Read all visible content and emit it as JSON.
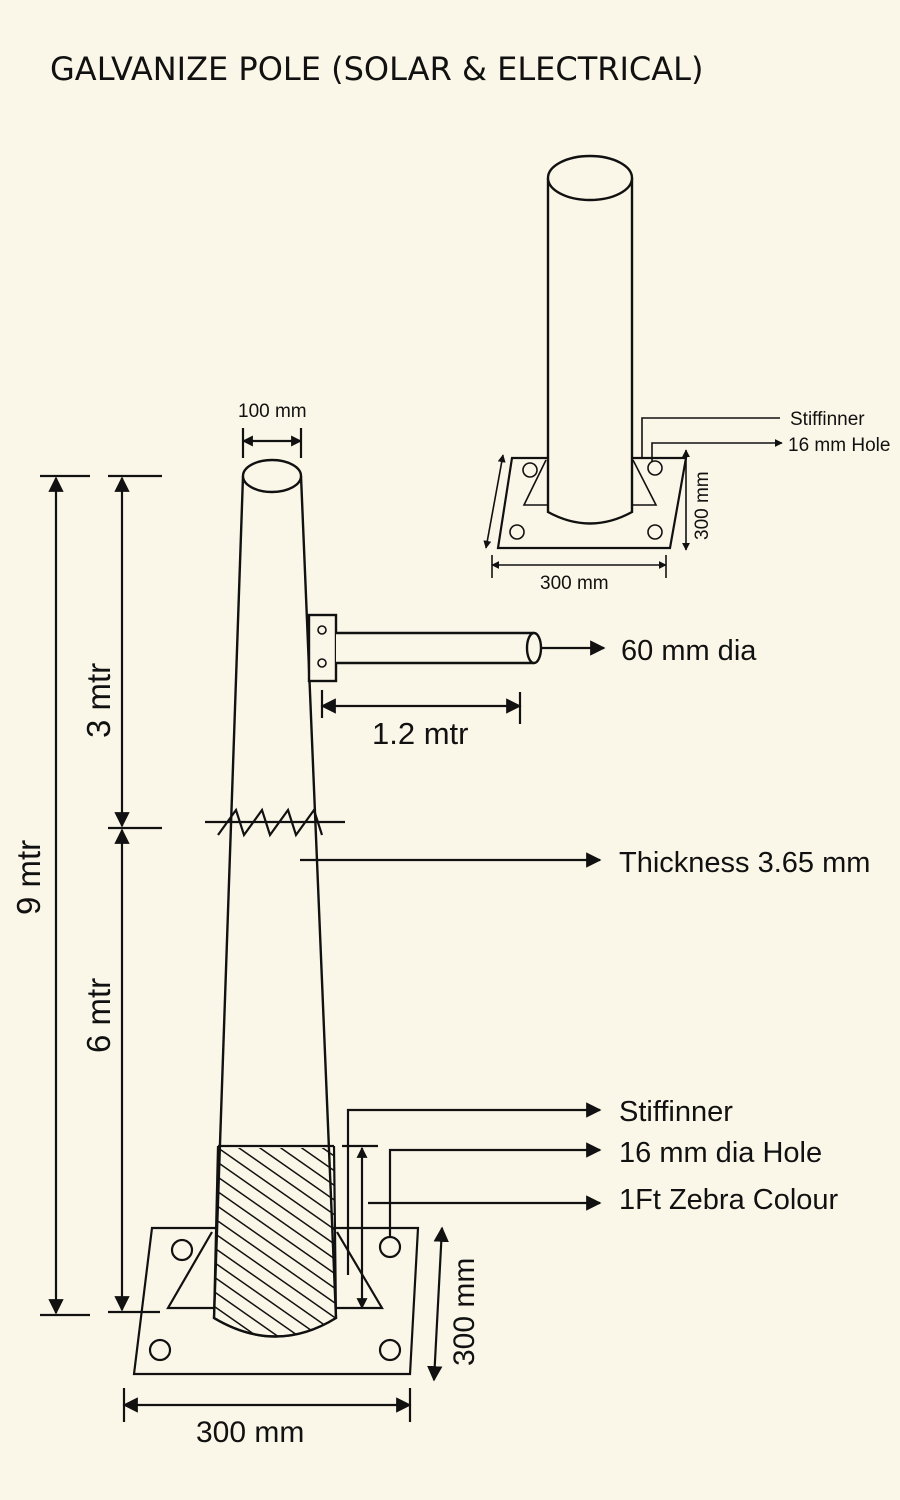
{
  "title": "GALVANIZE POLE (SOLAR & ELECTRICAL)",
  "small_pole": {
    "stiffener_label": "Stiffinner",
    "hole_label": "16 mm Hole",
    "width_label": "300 mm",
    "depth_label": "300 mm"
  },
  "main_pole": {
    "top_dia_label": "100 mm",
    "total_height_label": "9 mtr",
    "upper_height_label": "3 mtr",
    "lower_height_label": "6 mtr",
    "arm_dia_label": "60 mm dia",
    "arm_length_label": "1.2 mtr",
    "thickness_label": "Thickness 3.65 mm",
    "stiffener_label": "Stiffinner",
    "hole_label": "16 mm dia Hole",
    "zebra_label": "1Ft Zebra Colour",
    "base_width_label": "300 mm",
    "base_depth_label": "300 mm"
  }
}
